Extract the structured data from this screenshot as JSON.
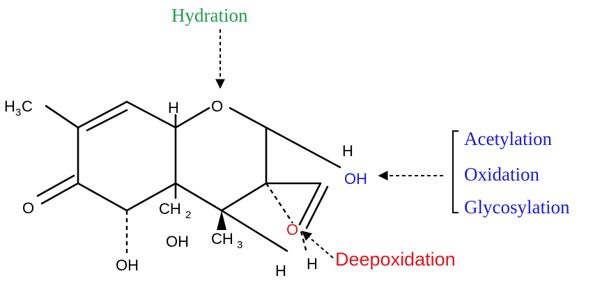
{
  "colors": {
    "hydration": "#1e9e4a",
    "modifications": "#1a1adc",
    "deepoxidation": "#e0141c",
    "bond": "#000000"
  },
  "labels": {
    "hydration": "Hydration",
    "acetylation": "Acetylation",
    "oxidation": "Oxidation",
    "glycosylation": "Glycosylation",
    "deepoxidation": "Deepoxidation"
  },
  "atoms": {
    "h3c_h": "H",
    "h3c_sub": "3",
    "h3c_c": "C",
    "ketone_o": "O",
    "ring_o": "O",
    "h_top": "H",
    "h_oh": "H",
    "oh_blue": "OH",
    "epoxide_o": "O",
    "ch2_ch": "CH",
    "ch2_sub": "2",
    "oh_ch2": "OH",
    "ch3_ch": "CH",
    "ch3_sub": "3",
    "oh_bottom": "OH",
    "h_bottom1": "H",
    "h_bottom2": "H"
  }
}
